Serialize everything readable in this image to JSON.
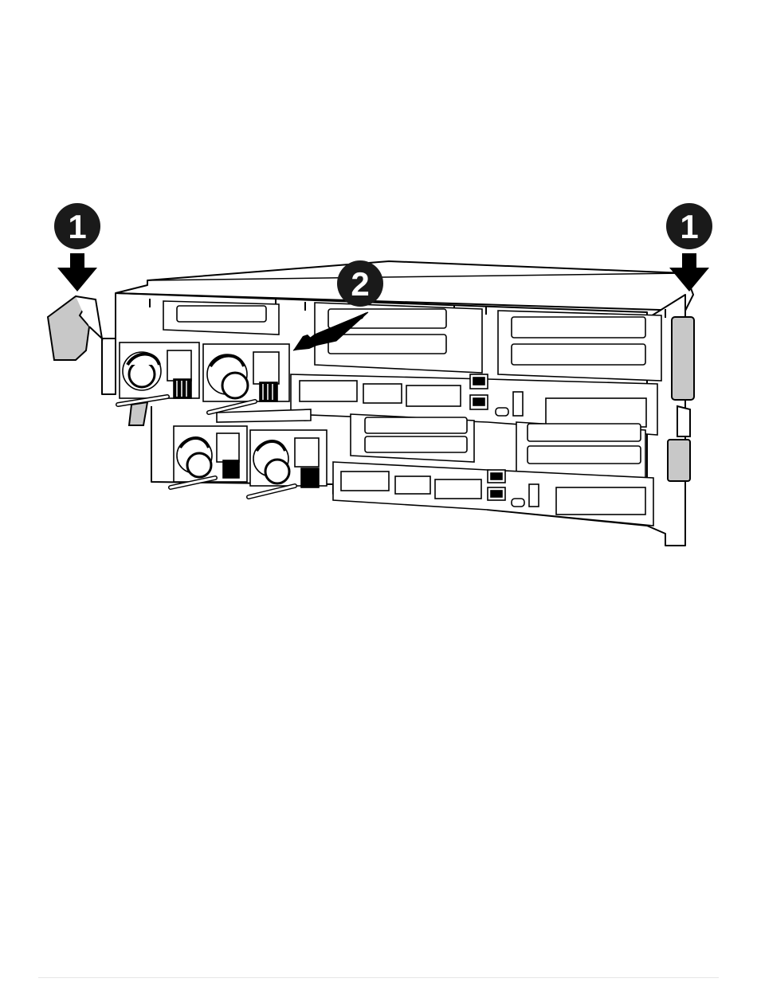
{
  "figure": {
    "callouts": [
      {
        "id": "latch-left",
        "label": "1"
      },
      {
        "id": "latch-right",
        "label": "1"
      },
      {
        "id": "pull-out",
        "label": "2"
      }
    ]
  },
  "colors": {
    "ink": "#000000",
    "callout_fill": "#1a1a1a",
    "latch_fill": "#c8c8c8",
    "paper": "#ffffff",
    "footer_rule": "#e6e6e6"
  }
}
